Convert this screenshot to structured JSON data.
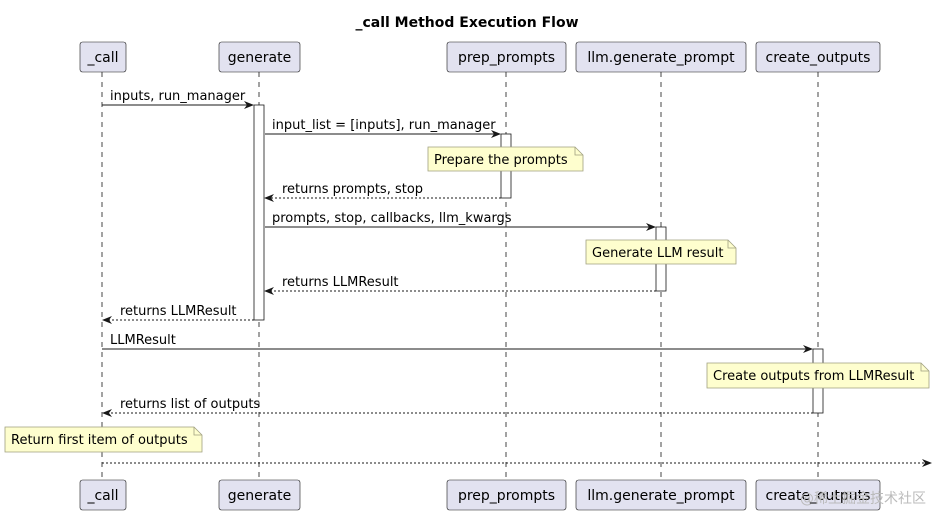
{
  "title": "_call Method Execution Flow",
  "participants": [
    {
      "id": "call",
      "label": "_call"
    },
    {
      "id": "generate",
      "label": "generate"
    },
    {
      "id": "prep",
      "label": "prep_prompts"
    },
    {
      "id": "llm",
      "label": "llm.generate_prompt"
    },
    {
      "id": "create",
      "label": "create_outputs"
    }
  ],
  "messages": [
    {
      "from": "call",
      "to": "generate",
      "label": "inputs, run_manager",
      "style": "solid"
    },
    {
      "from": "generate",
      "to": "prep",
      "label": "input_list = [inputs], run_manager",
      "style": "solid"
    },
    {
      "from": "prep",
      "to": "generate",
      "label": "returns prompts, stop",
      "style": "dashed"
    },
    {
      "from": "generate",
      "to": "llm",
      "label": "prompts, stop, callbacks, llm_kwargs",
      "style": "solid"
    },
    {
      "from": "llm",
      "to": "generate",
      "label": "returns LLMResult",
      "style": "dashed"
    },
    {
      "from": "generate",
      "to": "call",
      "label": "returns LLMResult",
      "style": "dashed"
    },
    {
      "from": "call",
      "to": "create",
      "label": "LLMResult",
      "style": "solid"
    },
    {
      "from": "create",
      "to": "call",
      "label": "returns list of outputs",
      "style": "dashed"
    },
    {
      "from": "call",
      "to": "out",
      "label": "",
      "style": "dashed"
    }
  ],
  "notes": [
    {
      "text": "Prepare the prompts"
    },
    {
      "text": "Generate LLM result"
    },
    {
      "text": "Create outputs from LLMResult"
    },
    {
      "text": "Return first item of outputs"
    }
  ],
  "watermark": "@稀土掘金技术社区",
  "colors": {
    "participant_fill": "#e2e2f0",
    "participant_border": "#181818",
    "note_fill": "#fefece",
    "note_border": "#a0a080",
    "line": "#181818",
    "activation_fill": "#ffffff"
  }
}
